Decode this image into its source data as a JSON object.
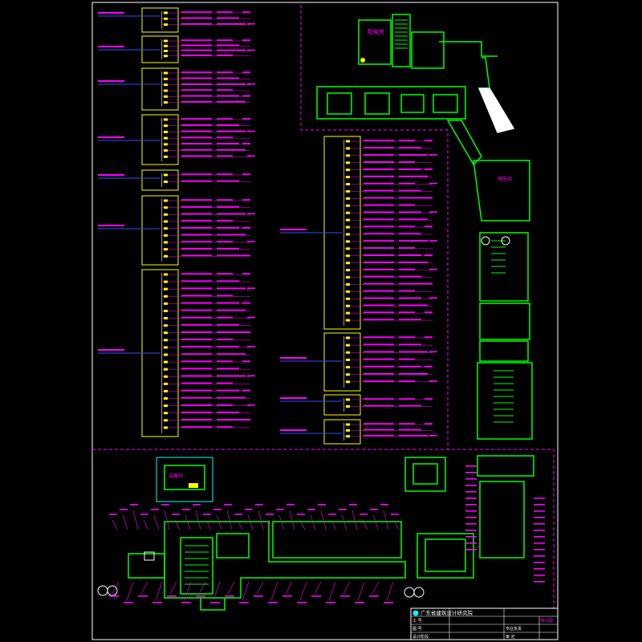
{
  "drawing": {
    "title_block": {
      "institute": "广东省建筑设计研究院",
      "rows": [
        "工 号",
        "图 号",
        "设计阶段",
        "专业负责",
        "审 定"
      ],
      "revision_label": "施工图"
    },
    "plan_tags": {
      "top_room": "配电房",
      "mid_room": "设备间",
      "right_tag": "强电井"
    },
    "colors": {
      "background": "#000000",
      "wall": "#00ff00",
      "annotation": "#ff00ff",
      "panel_frame": "#ffff00",
      "feeder": "#3050ff",
      "sheet_border": "#ffffff",
      "cyan_detail": "#00ffff"
    }
  }
}
